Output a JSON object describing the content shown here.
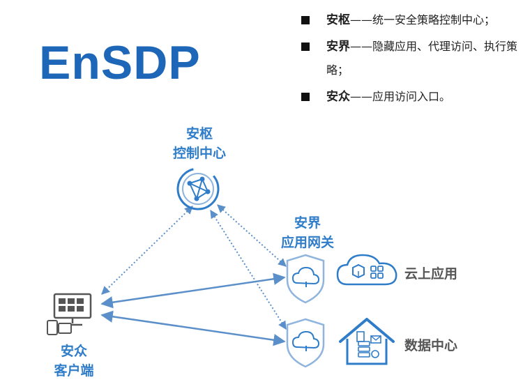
{
  "logo": "EnSDP",
  "bullets": [
    {
      "term": "安枢",
      "desc": "——统一安全策略控制中心；"
    },
    {
      "term": "安界",
      "desc": "——隐藏应用、代理访问、执行策略；"
    },
    {
      "term": "安众",
      "desc": "——应用访问入口。"
    }
  ],
  "nodes": {
    "controller": {
      "line1": "安枢",
      "line2": "控制中心"
    },
    "gateway": {
      "line1": "安界",
      "line2": "应用网关"
    },
    "client": {
      "line1": "安众",
      "line2": "客户端"
    }
  },
  "targets": {
    "cloud_app": "云上应用",
    "data_center": "数据中心"
  },
  "colors": {
    "logo": "#1e67b8",
    "accent": "#2f7cc9",
    "arrow": "#5b8fca",
    "icon_light": "#8fb4dd",
    "target_text": "#555555"
  }
}
